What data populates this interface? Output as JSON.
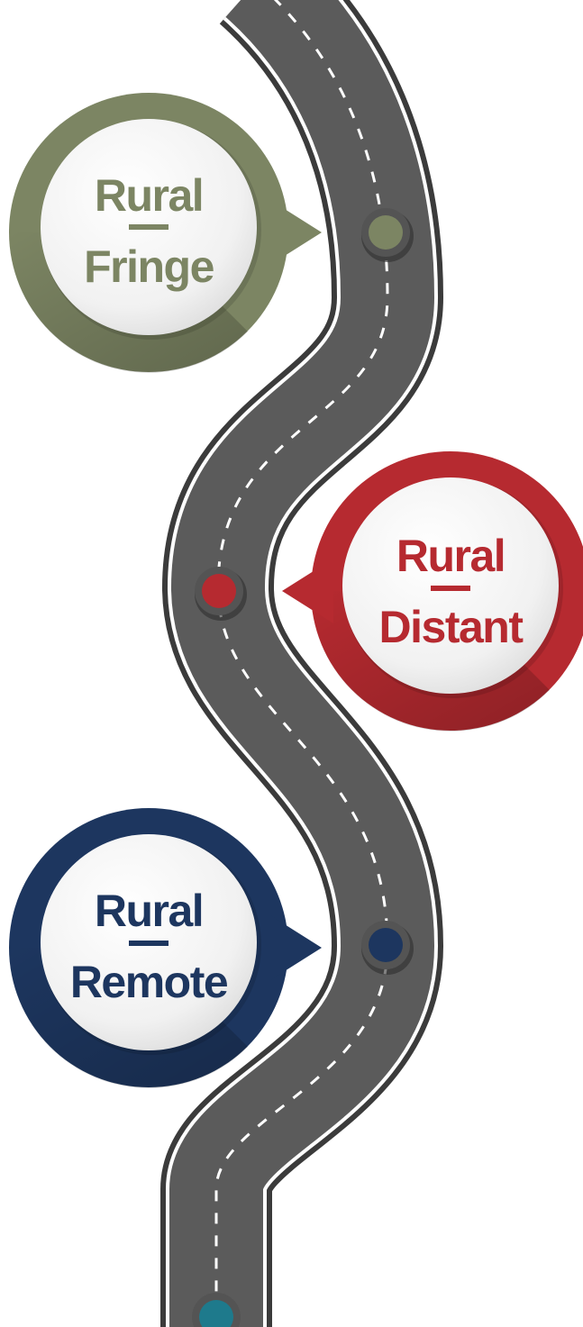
{
  "colors": {
    "road": "#5b5b5b",
    "road_edge": "#3c3c3c",
    "road_line": "#ffffff",
    "fringe": "#7c8563",
    "distant": "#b62a30",
    "remote": "#1d365f",
    "bottom_marker": "#1e7a8c",
    "bubble_inner": "#efefef"
  },
  "stages": [
    {
      "line1": "Rural",
      "dash": "—",
      "line2": "Fringe",
      "color": "#7c8563",
      "icon": "speech-bubble-circle"
    },
    {
      "line1": "Rural",
      "dash": "—",
      "line2": "Distant",
      "color": "#b62a30",
      "icon": "speech-bubble-circle"
    },
    {
      "line1": "Rural",
      "dash": "—",
      "line2": "Remote",
      "color": "#1d365f",
      "icon": "speech-bubble-circle"
    }
  ]
}
